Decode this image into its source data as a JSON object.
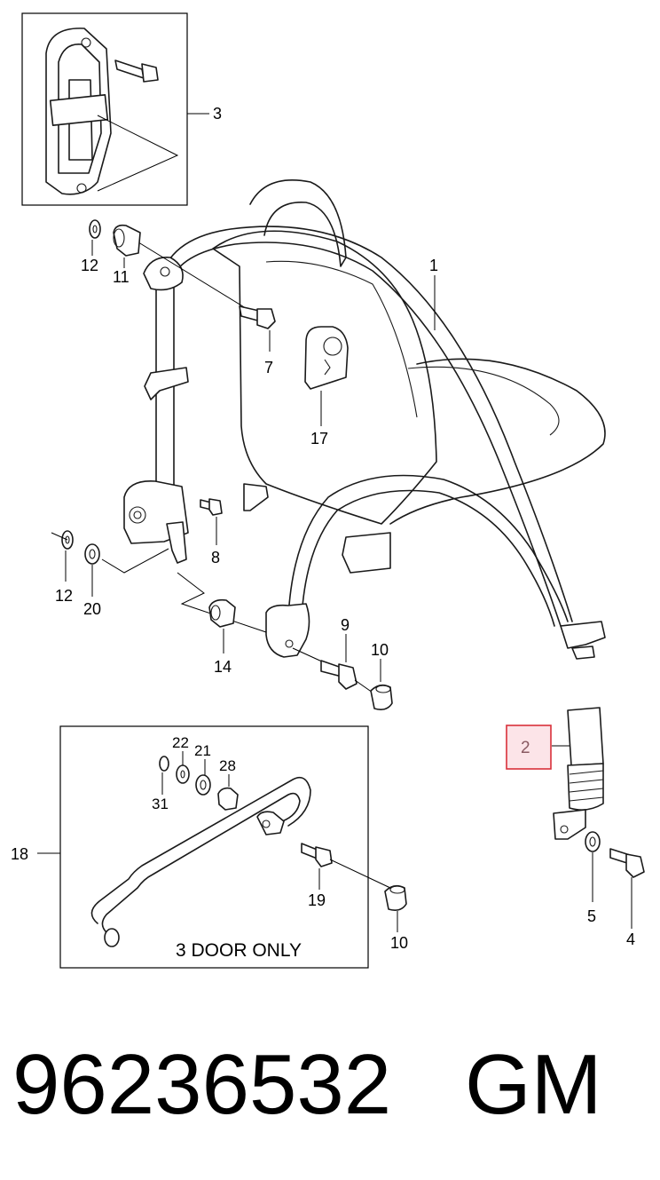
{
  "callouts": {
    "c1": "1",
    "c2": "2",
    "c3": "3",
    "c4": "4",
    "c5": "5",
    "c7": "7",
    "c8": "8",
    "c9": "9",
    "c10a": "10",
    "c10b": "10",
    "c11": "11",
    "c12a": "12",
    "c12b": "12",
    "c14": "14",
    "c17": "17",
    "c18": "18",
    "c19": "19",
    "c20": "20",
    "c21": "21",
    "c22": "22",
    "c28": "28",
    "c31": "31"
  },
  "inset_note": "3 DOOR ONLY",
  "part_number": "96236532",
  "brand": "GM",
  "highlight_color": "#d9303a"
}
